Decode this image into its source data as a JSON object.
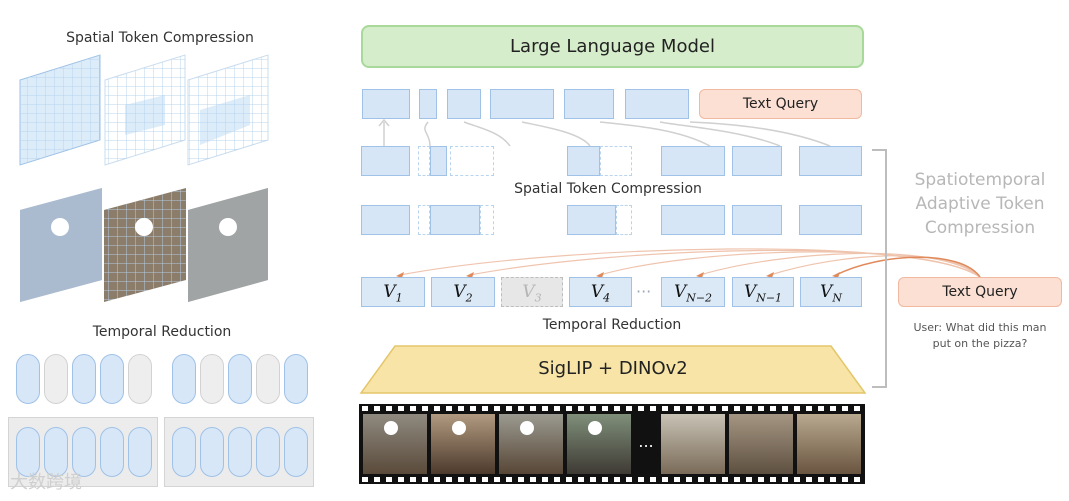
{
  "left": {
    "spatial_title": "Spatial Token Compression",
    "temporal_title": "Temporal Reduction"
  },
  "main": {
    "llm_label": "Large Language Model",
    "text_query_top": "Text Query",
    "spatial_mid_label": "Spatial Token Compression",
    "temporal_mid_label": "Temporal Reduction",
    "encoder_label": "SigLIP + DINOv2",
    "video_tokens": [
      {
        "base": "V",
        "sub": "1"
      },
      {
        "base": "V",
        "sub": "2"
      },
      {
        "base": "V",
        "sub": "3"
      },
      {
        "base": "V",
        "sub": "4"
      },
      {
        "base": "V",
        "sub": "N−2"
      },
      {
        "base": "V",
        "sub": "N−1"
      },
      {
        "base": "V",
        "sub": "N"
      }
    ],
    "token_ellipsis": "···",
    "film_ellipsis": "..."
  },
  "right": {
    "bracket_label_1": "Spatiotemporal",
    "bracket_label_2": "Adaptive Token",
    "bracket_label_3": "Compression",
    "text_query": "Text Query",
    "user_query_1": "User: What did this man",
    "user_query_2": "put on the pizza?"
  },
  "watermark": "大数跨境",
  "colors": {
    "token_fill": "#d6e6f6",
    "token_border": "#9fc2e6",
    "llm_fill": "#d5edca",
    "query_fill": "#fbe0d3",
    "encoder_fill": "#f7e4a6",
    "arrow_orange": "#e08a5c"
  }
}
